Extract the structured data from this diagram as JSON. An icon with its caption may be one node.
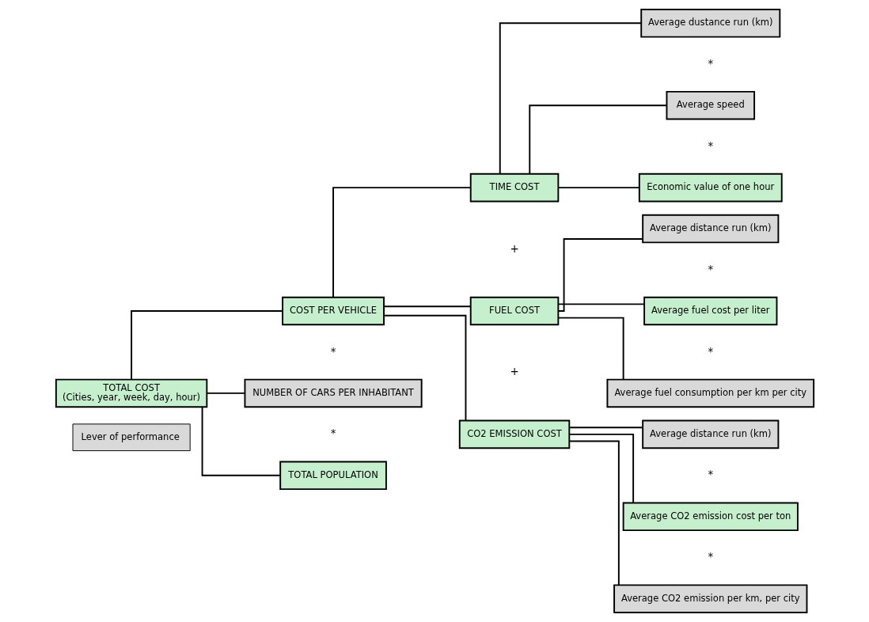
{
  "diagram": {
    "nodes": [
      {
        "text": [
          "TOTAL COST",
          "(Cities, year, week, day, hour)"
        ]
      },
      {
        "text": [
          "COST PER VEHICLE"
        ]
      },
      {
        "text": [
          "NUMBER OF CARS PER INHABITANT"
        ]
      },
      {
        "text": [
          "TOTAL POPULATION"
        ]
      },
      {
        "text": [
          "TIME COST"
        ]
      },
      {
        "text": [
          "FUEL COST"
        ]
      },
      {
        "text": [
          "CO2 EMISSION COST"
        ]
      },
      {
        "text": [
          "Average dustance run (km)"
        ]
      },
      {
        "text": [
          "Average speed"
        ]
      },
      {
        "text": [
          "Economic value of one hour"
        ]
      },
      {
        "text": [
          "Average distance run (km)"
        ]
      },
      {
        "text": [
          "Average fuel cost per liter"
        ]
      },
      {
        "text": [
          "Average fuel consumption per km per city"
        ]
      },
      {
        "text": [
          "Average distance run (km)"
        ]
      },
      {
        "text": [
          "Average CO2 emission cost per ton"
        ]
      },
      {
        "text": [
          "Average CO2 emission per km, per city"
        ]
      }
    ],
    "edges": [
      {
        "from": 0,
        "to": 1,
        "arrow": "none"
      },
      {
        "from": 0,
        "to": 2,
        "arrow": "none"
      },
      {
        "from": 0,
        "to": 3,
        "arrow": "none"
      },
      {
        "from": 1,
        "to": 4,
        "arrow": "none"
      },
      {
        "from": 1,
        "to": 5,
        "arrow": "none"
      },
      {
        "from": 1,
        "to": 6,
        "arrow": "none"
      },
      {
        "from": 4,
        "to": 7,
        "arrow": "none"
      },
      {
        "from": 4,
        "to": 8,
        "arrow": "none"
      },
      {
        "from": 4,
        "to": 9,
        "arrow": "none"
      },
      {
        "from": 5,
        "to": 10,
        "arrow": "none"
      },
      {
        "from": 5,
        "to": 11,
        "arrow": "none"
      },
      {
        "from": 5,
        "to": 12,
        "arrow": "none"
      },
      {
        "from": 6,
        "to": 13,
        "arrow": "none"
      },
      {
        "from": 6,
        "to": 14,
        "arrow": "none"
      },
      {
        "from": 6,
        "to": 15,
        "arrow": "none"
      }
    ],
    "labels": [
      "*",
      "*",
      "*",
      "+",
      "*",
      "*",
      "*",
      "+",
      "*",
      "*"
    ],
    "legend": [
      {
        "text": "Lever of performance",
        "color": "#d9d9d9"
      }
    ]
  }
}
